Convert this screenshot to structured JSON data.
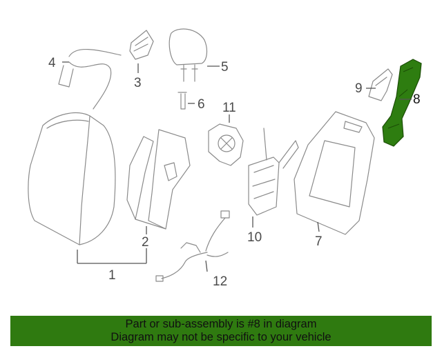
{
  "callouts": {
    "c1": "1",
    "c2": "2",
    "c3": "3",
    "c4": "4",
    "c5": "5",
    "c6": "6",
    "c7": "7",
    "c8": "8",
    "c9": "9",
    "c10": "10",
    "c11": "11",
    "c12": "12"
  },
  "highlight_color": "#2e7d10",
  "banner": {
    "line1": "Part or sub-assembly is #8 in diagram",
    "line2": "Diagram may not be specific to your vehicle"
  }
}
